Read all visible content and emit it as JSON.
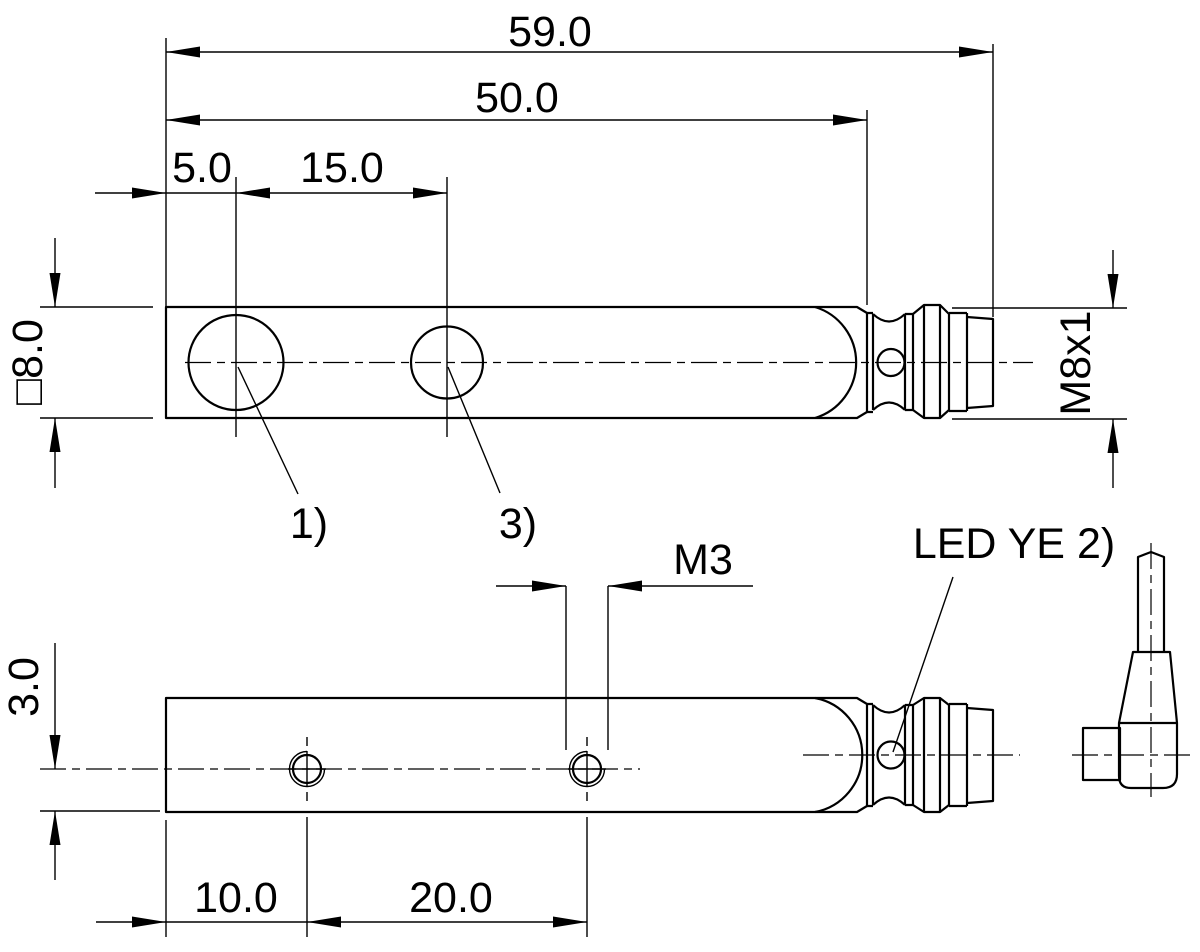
{
  "drawing": {
    "background_color": "#ffffff",
    "line_color": "#000000",
    "views": {
      "top": {
        "dim_overall_length": "59.0",
        "dim_body_length": "50.0",
        "dim_hole1_offset": "5.0",
        "dim_hole_spacing": "15.0",
        "dim_square_section": "□8.0",
        "dim_connector_thread": "M8x1",
        "callout_1": "1)",
        "callout_3": "3)"
      },
      "bottom": {
        "dim_mount_thread": "M3",
        "dim_hole_height": "3.0",
        "dim_hole1_offset": "10.0",
        "dim_hole_spacing": "20.0",
        "label_led": "LED YE 2)"
      }
    }
  }
}
